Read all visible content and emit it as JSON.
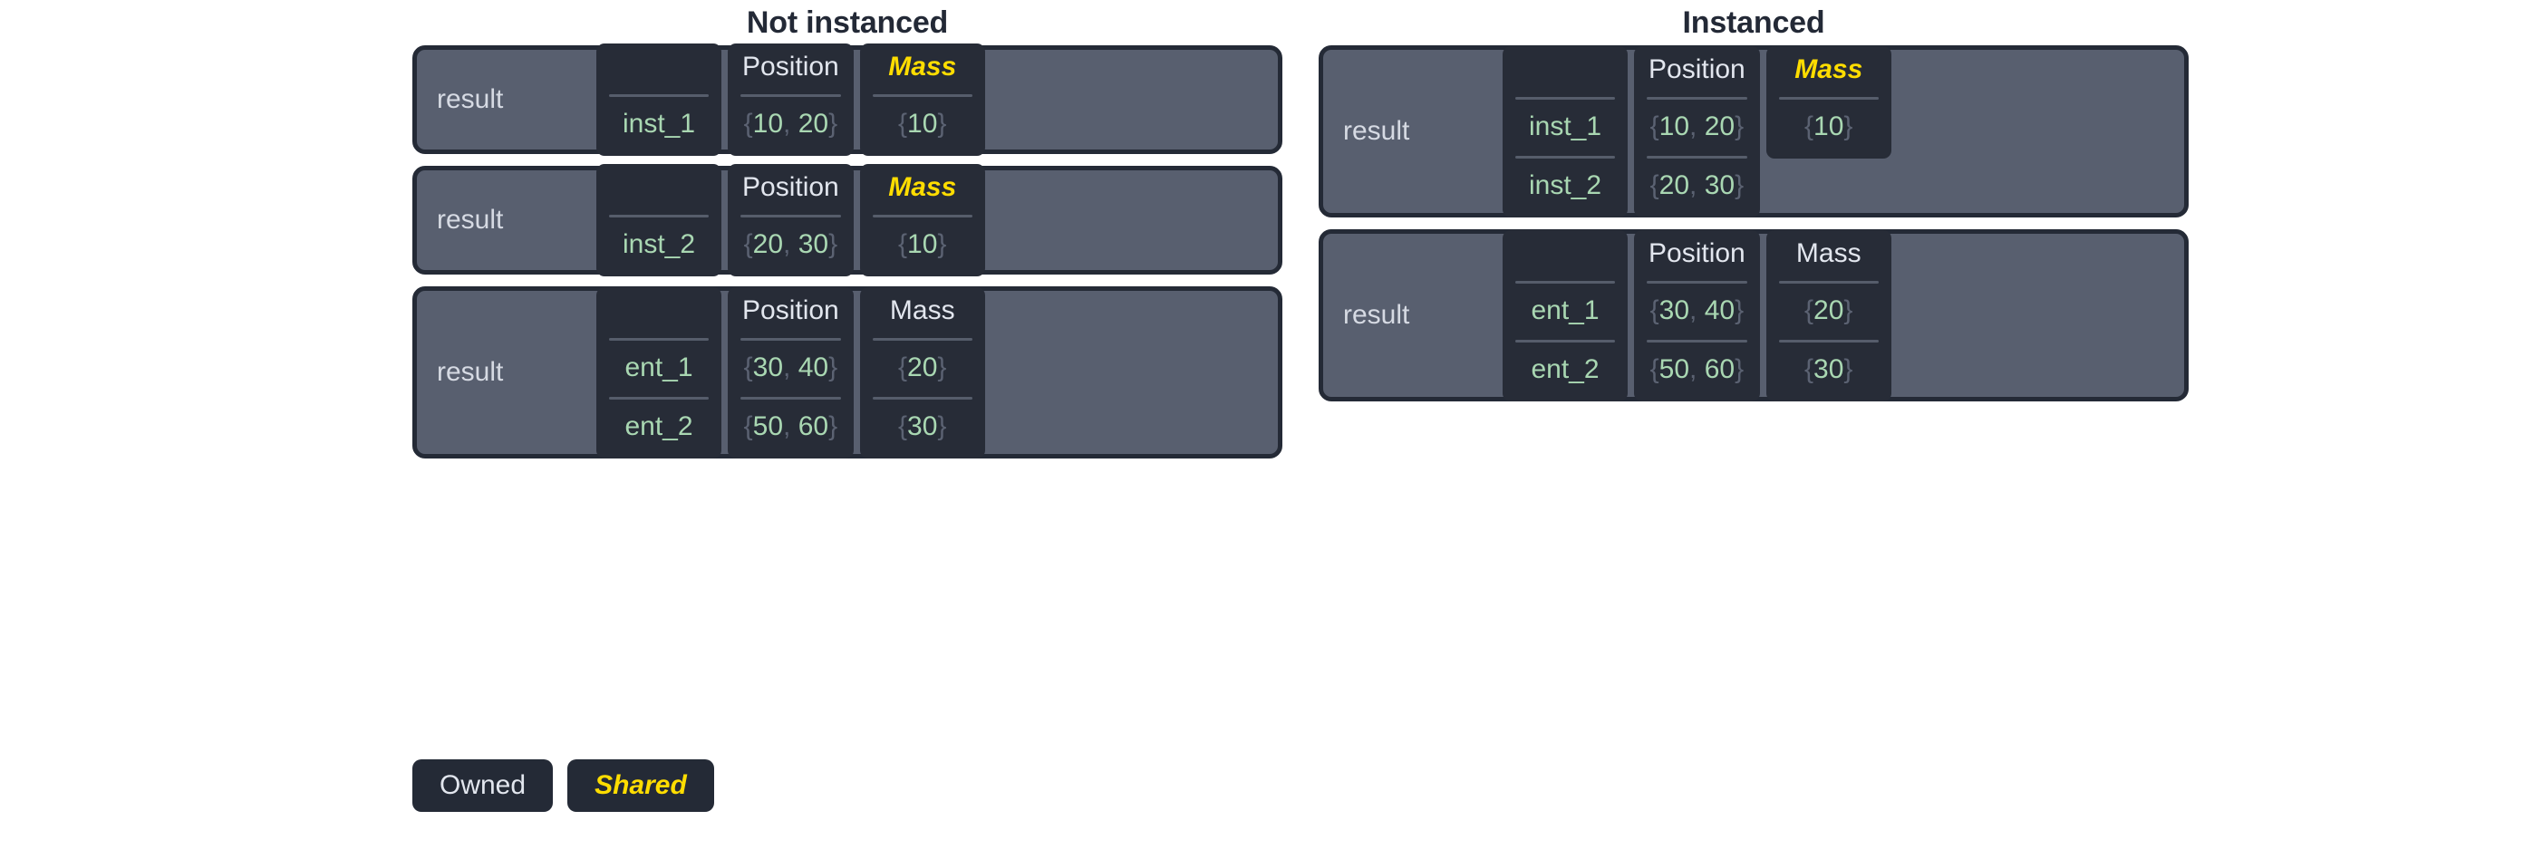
{
  "columns": [
    {
      "id": "not-instanced",
      "title": "Not instanced",
      "panels": [
        {
          "label": "result",
          "cards": [
            {
              "header": "",
              "kind": "blank",
              "cells": [
                "inst_1"
              ]
            },
            {
              "header": "Position",
              "kind": "owned",
              "cells": [
                "{10, 20}"
              ]
            },
            {
              "header": "Mass",
              "kind": "shared",
              "cells": [
                "{10}"
              ]
            }
          ]
        },
        {
          "label": "result",
          "cards": [
            {
              "header": "",
              "kind": "blank",
              "cells": [
                "inst_2"
              ]
            },
            {
              "header": "Position",
              "kind": "owned",
              "cells": [
                "{20, 30}"
              ]
            },
            {
              "header": "Mass",
              "kind": "shared",
              "cells": [
                "{10}"
              ]
            }
          ]
        },
        {
          "label": "result",
          "cards": [
            {
              "header": "",
              "kind": "blank",
              "cells": [
                "ent_1",
                "ent_2"
              ]
            },
            {
              "header": "Position",
              "kind": "owned",
              "cells": [
                "{30, 40}",
                "{50, 60}"
              ]
            },
            {
              "header": "Mass",
              "kind": "owned",
              "cells": [
                "{20}",
                "{30}"
              ]
            }
          ]
        }
      ]
    },
    {
      "id": "instanced",
      "title": "Instanced",
      "panels": [
        {
          "label": "result",
          "cards": [
            {
              "header": "",
              "kind": "blank",
              "cells": [
                "inst_1",
                "inst_2"
              ]
            },
            {
              "header": "Position",
              "kind": "owned",
              "cells": [
                "{10, 20}",
                "{20, 30}"
              ]
            },
            {
              "header": "Mass",
              "kind": "shared",
              "cells": [
                "{10}"
              ]
            }
          ]
        },
        {
          "label": "result",
          "cards": [
            {
              "header": "",
              "kind": "blank",
              "cells": [
                "ent_1",
                "ent_2"
              ]
            },
            {
              "header": "Position",
              "kind": "owned",
              "cells": [
                "{30, 40}",
                "{50, 60}"
              ]
            },
            {
              "header": "Mass",
              "kind": "owned",
              "cells": [
                "{20}",
                "{30}"
              ]
            }
          ]
        }
      ]
    }
  ],
  "legend": [
    {
      "label": "Owned",
      "kind": "owned"
    },
    {
      "label": "Shared",
      "kind": "shared"
    }
  ],
  "colors": {
    "page_background": "#ffffff",
    "panel_background": "#585f6f",
    "panel_border": "#242a36",
    "card_background": "#272c37",
    "divider": "#565d6b",
    "title_text": "#232936",
    "owned_text": "#e2e6ee",
    "shared_text": "#ffdd00",
    "value_text": "#a9d7b2",
    "brace_text": "#5b6272",
    "label_text": "#d6dae3"
  }
}
